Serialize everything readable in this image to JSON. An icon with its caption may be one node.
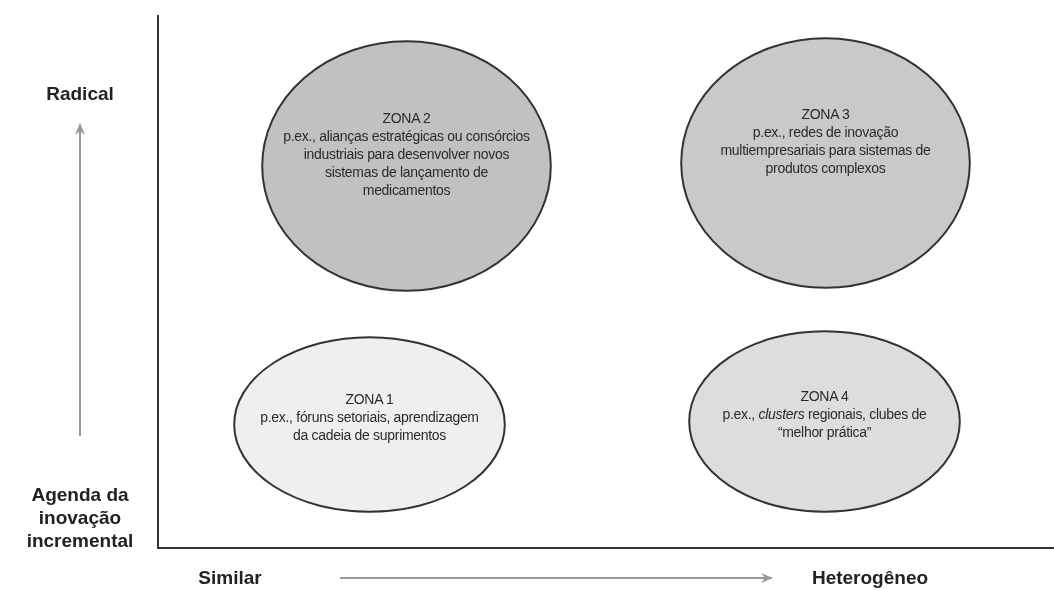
{
  "diagram": {
    "nodes": [
      {
        "text": [
          "ZONA 2",
          "p.ex., alianças estratégicas ou consórcios industriais para desenvolver novos sistemas de lançamento de medicamentos"
        ]
      },
      {
        "text": [
          "ZONA 3",
          "p.ex., redes de inovação multiempresariais para sistemas de produtos complexos"
        ]
      },
      {
        "text": [
          "ZONA 1",
          "p.ex., fóruns setoriais, aprendizagem da cadeia de suprimentos"
        ]
      },
      {
        "text": [
          "ZONA 4",
          "p.ex., *clusters* regionais, clubes de “melhor prática”"
        ]
      }
    ],
    "labels": [
      "Radical",
      "Agenda da inovação incremental",
      "Similar",
      "Heterogêneo"
    ]
  }
}
